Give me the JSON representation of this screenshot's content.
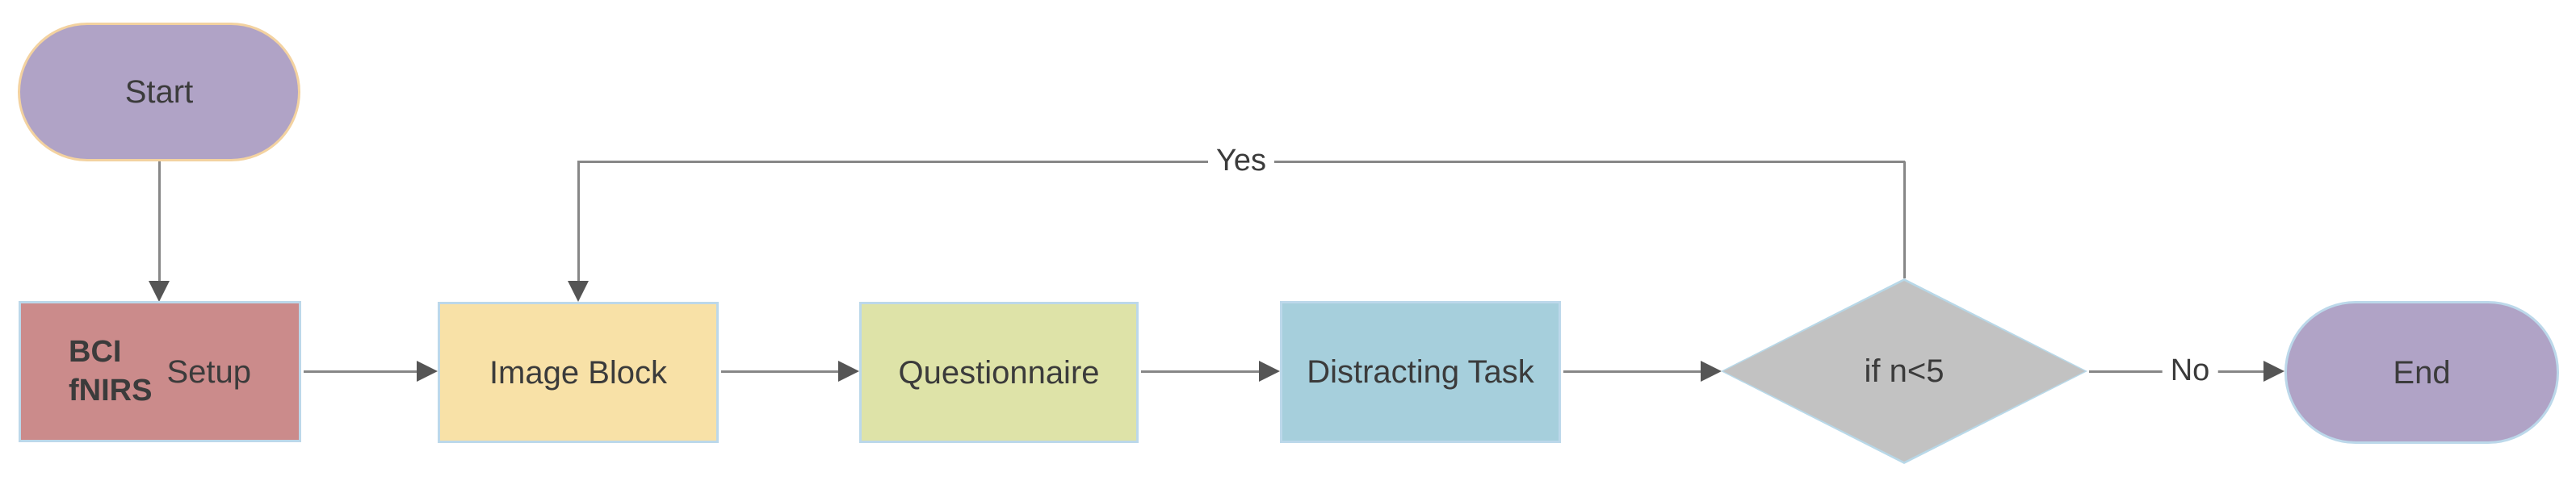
{
  "diagram": {
    "type": "flowchart",
    "background": "#ffffff",
    "edge_color": "#878787",
    "arrow_color": "#555555",
    "text_color": "#3b3b3b",
    "nodes": {
      "start": {
        "label": "Start",
        "shape": "stadium",
        "fill": "#B0A3C6",
        "stroke": "#F3D2A0"
      },
      "setup": {
        "label_bold": "BCI\nfNIRS",
        "label": "Setup",
        "shape": "rectangle",
        "fill": "#CB8B8B",
        "stroke": "#BCD8EA"
      },
      "image_block": {
        "label": "Image Block",
        "shape": "rectangle",
        "fill": "#F8E1A7",
        "stroke": "#BCD8EA"
      },
      "questionnaire": {
        "label": "Questionnaire",
        "shape": "rectangle",
        "fill": "#DEE3A8",
        "stroke": "#BCD8EA"
      },
      "distracting_task": {
        "label": "Distracting Task",
        "shape": "rectangle",
        "fill": "#A6CFDC",
        "stroke": "#BCD8EA"
      },
      "decision": {
        "label": "if n<5",
        "shape": "diamond",
        "fill": "#C2C2C2",
        "stroke": "#B8D8E8"
      },
      "end": {
        "label": "End",
        "shape": "stadium",
        "fill": "#B0A3C6",
        "stroke": "#BCD8EA"
      }
    },
    "edges": {
      "start_to_setup": {
        "from": "start",
        "to": "setup",
        "label": ""
      },
      "setup_to_image_block": {
        "from": "setup",
        "to": "image_block",
        "label": ""
      },
      "image_block_to_questionnaire": {
        "from": "image_block",
        "to": "questionnaire",
        "label": ""
      },
      "questionnaire_to_distracting": {
        "from": "questionnaire",
        "to": "distracting_task",
        "label": ""
      },
      "distracting_to_decision": {
        "from": "distracting_task",
        "to": "decision",
        "label": ""
      },
      "decision_to_image_block": {
        "from": "decision",
        "to": "image_block",
        "label": "Yes"
      },
      "decision_to_end": {
        "from": "decision",
        "to": "end",
        "label": "No"
      }
    }
  }
}
